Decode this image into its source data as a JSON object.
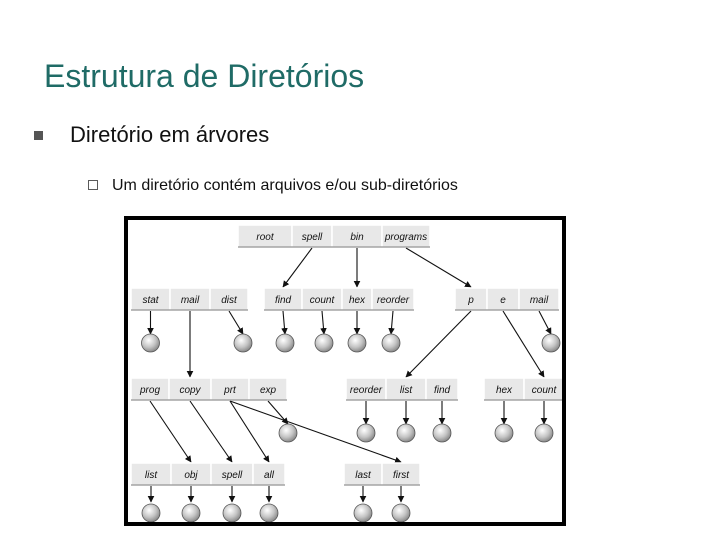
{
  "slide": {
    "title": "Estrutura de Diretórios",
    "bullet_main": "Diretório em árvores",
    "bullet_sub": "Um diretório contém arquivos e/ou sub-diretórios"
  },
  "diagram": {
    "root": [
      "root",
      "spell",
      "bin",
      "programs"
    ],
    "level1_group_a": [
      "stat",
      "mail",
      "dist"
    ],
    "level1_group_b": [
      "find",
      "count",
      "hex",
      "reorder"
    ],
    "level1_group_c": [
      "p",
      "e",
      "mail"
    ],
    "level2_group_a": [
      "prog",
      "copy",
      "prt",
      "exp"
    ],
    "level2_group_b": [
      "reorder",
      "list",
      "find"
    ],
    "level2_group_c": [
      "hex",
      "count"
    ],
    "level3_group_a": [
      "list",
      "obj",
      "spell",
      "all"
    ],
    "level3_group_b": [
      "last",
      "first"
    ]
  },
  "colors": {
    "title": "#1f6b66",
    "frame": "#000000",
    "cell": "#e8e8e8",
    "file": "#cccccc"
  },
  "icons": {
    "bullet_main": "square-bullet",
    "bullet_sub": "hollow-square-bullet"
  }
}
